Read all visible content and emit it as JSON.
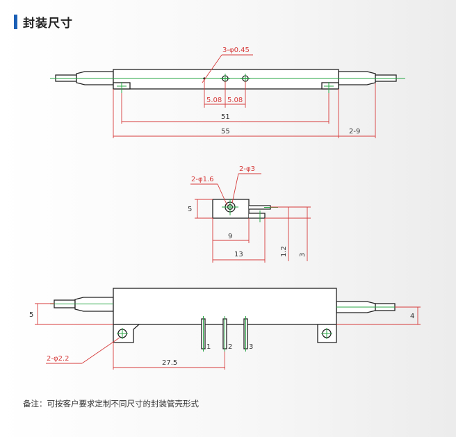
{
  "header": {
    "title": "封装尺寸"
  },
  "top_view": {
    "hole_label": "3-φ0.45",
    "pitch_1": "5.08",
    "pitch_2": "5.08",
    "inner_length": "51",
    "body_length": "55",
    "pigtail_label": "2-9"
  },
  "side_view": {
    "big_hole_label": "2-φ3",
    "small_hole_label": "2-φ1.6",
    "height_label": "5",
    "width_9": "9",
    "width_13": "13",
    "dim_1_2": "1.2",
    "dim_3": "3"
  },
  "front_view": {
    "left_height": "5",
    "right_height": "4",
    "mount_hole_label": "2-φ2.2",
    "hole_to_pin": "27.5",
    "pin_1": "1",
    "pin_2": "2",
    "pin_3": "3"
  },
  "note": "备注：可按客户要求定制不同尺寸的封装管壳形式",
  "colors": {
    "accent": "#1b5fb5",
    "dimension": "#d63a3a",
    "centerline": "#28a745"
  }
}
